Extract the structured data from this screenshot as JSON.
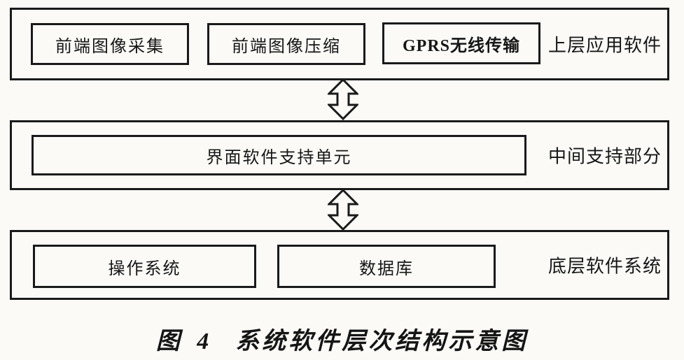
{
  "diagram": {
    "type": "layered-architecture",
    "colors": {
      "background": "#fbfaf7",
      "line": "#1a1a1a",
      "text": "#161616"
    },
    "layers": [
      {
        "id": "top",
        "label": "上层应用软件",
        "boxes": [
          "前端图像采集",
          "前端图像压缩",
          "GPRS无线传输"
        ]
      },
      {
        "id": "middle",
        "label": "中间支持部分",
        "boxes": [
          "界面软件支持单元"
        ]
      },
      {
        "id": "bottom",
        "label": "底层软件系统",
        "boxes": [
          "操作系统",
          "数据库"
        ]
      }
    ],
    "connectors": [
      {
        "type": "hollow-double-arrow-vertical",
        "from": "top",
        "to": "middle"
      },
      {
        "type": "hollow-double-arrow-vertical",
        "from": "middle",
        "to": "bottom"
      }
    ],
    "caption": {
      "figure_label": "图 4",
      "title": "系统软件层次结构示意图"
    }
  }
}
